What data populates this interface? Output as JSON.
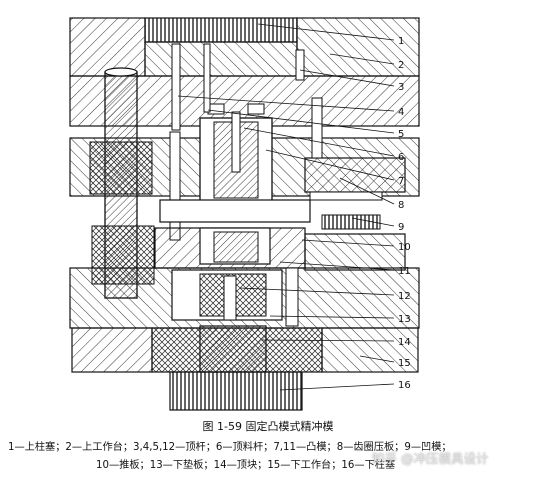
{
  "figure": {
    "caption": "图 1-59   固定凸模式精冲模",
    "legend_line_1": "1—上柱塞；2—上工作台；3,4,5,12—顶杆；6—顶料杆；7,11—凸模；8—齿圈压板；9—凹模；",
    "legend_line_2": "10—推板；13—下垫板；14—顶块；15—下工作台；16—下柱塞"
  },
  "callouts": [
    "1",
    "2",
    "3",
    "4",
    "5",
    "6",
    "7",
    "8",
    "9",
    "10",
    "11",
    "12",
    "13",
    "14",
    "15",
    "16"
  ],
  "watermark": "知乎 @冲压模具设计"
}
